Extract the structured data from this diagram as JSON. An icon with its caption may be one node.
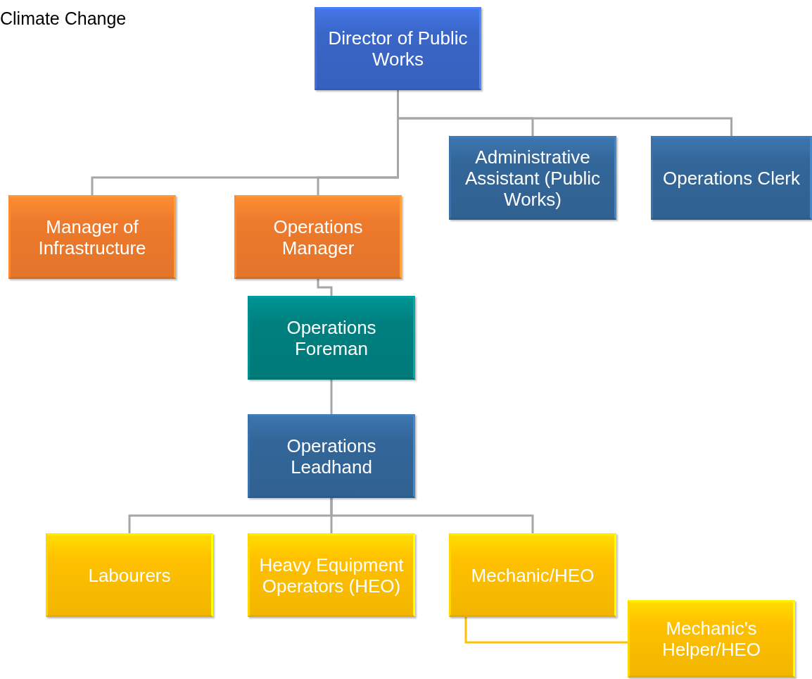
{
  "diagram": {
    "nodes": [
      {
        "text": [
          "Director of Public Works"
        ]
      },
      {
        "text": [
          "Administrative Assistant (Public Works)"
        ]
      },
      {
        "text": [
          "Operations Clerk"
        ]
      },
      {
        "text": [
          "Manager of Infrastructure"
        ]
      },
      {
        "text": [
          "Operations Manager"
        ]
      },
      {
        "text": [
          "Operations Foreman"
        ]
      },
      {
        "text": [
          "Operations Leadhand"
        ]
      },
      {
        "text": [
          "Labourers"
        ]
      },
      {
        "text": [
          "Heavy Equipment Operators (HEO)"
        ]
      },
      {
        "text": [
          "Mechanic/HEO"
        ]
      },
      {
        "text": [
          "Mechanic's Helper/HEO"
        ]
      }
    ],
    "edges": [
      {
        "from": 0,
        "to": 1,
        "arrow": "none"
      },
      {
        "from": 0,
        "to": 2,
        "arrow": "none"
      },
      {
        "from": 0,
        "to": 3,
        "arrow": "none"
      },
      {
        "from": 0,
        "to": 4,
        "arrow": "none"
      },
      {
        "from": 4,
        "to": 5,
        "arrow": "none"
      },
      {
        "from": 5,
        "to": 6,
        "arrow": "none"
      },
      {
        "from": 6,
        "to": 7,
        "arrow": "none"
      },
      {
        "from": 6,
        "to": 8,
        "arrow": "none"
      },
      {
        "from": 6,
        "to": 9,
        "arrow": "none"
      },
      {
        "from": 9,
        "to": 10,
        "arrow": "none",
        "color": "#ffc000"
      }
    ],
    "labels": [
      "Climate Change"
    ]
  }
}
